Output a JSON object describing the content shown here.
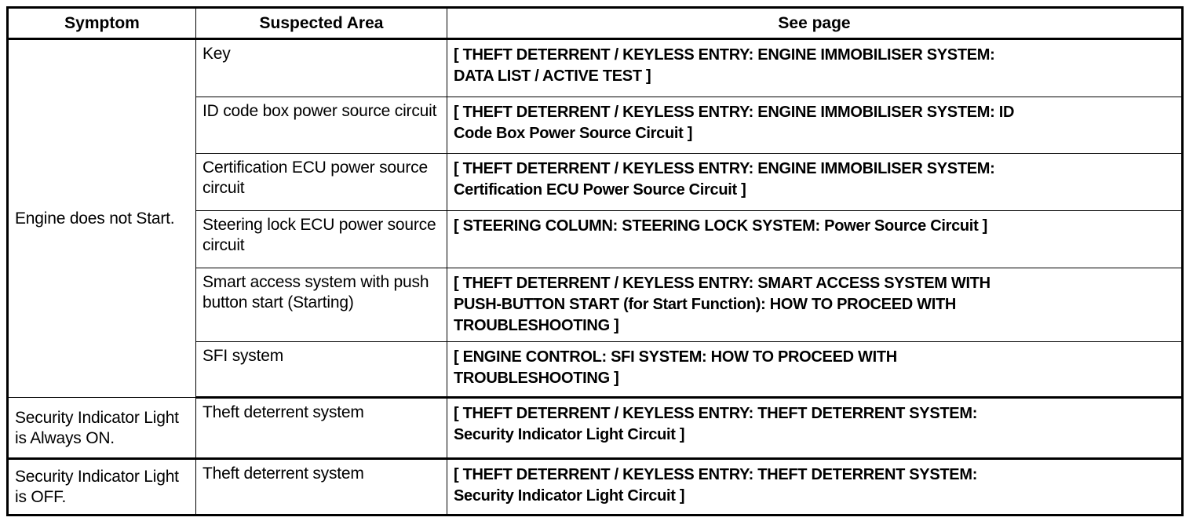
{
  "table": {
    "headers": {
      "symptom": "Symptom",
      "suspected_area": "Suspected Area",
      "see_page": "See page"
    },
    "groups": [
      {
        "symptom": "Engine does not Start.",
        "rows": [
          {
            "suspected_area": "Key",
            "see_page": "[ THEFT DETERRENT / KEYLESS ENTRY: ENGINE IMMOBILISER SYSTEM:\nDATA LIST / ACTIVE TEST ]"
          },
          {
            "suspected_area": "ID code box power source circuit",
            "see_page": "[ THEFT DETERRENT / KEYLESS ENTRY: ENGINE IMMOBILISER SYSTEM: ID\nCode Box Power Source Circuit ]"
          },
          {
            "suspected_area": "Certification ECU power source circuit",
            "see_page": "[ THEFT DETERRENT / KEYLESS ENTRY: ENGINE IMMOBILISER SYSTEM:\nCertification ECU Power Source Circuit ]"
          },
          {
            "suspected_area": "Steering lock ECU power source circuit",
            "see_page": "[ STEERING COLUMN: STEERING LOCK SYSTEM: Power Source Circuit ]"
          },
          {
            "suspected_area": "Smart access system with push button start (Starting)",
            "see_page": "[ THEFT DETERRENT / KEYLESS ENTRY: SMART ACCESS SYSTEM WITH\nPUSH-BUTTON START (for Start Function): HOW TO PROCEED WITH\nTROUBLESHOOTING ]"
          },
          {
            "suspected_area": "SFI system",
            "see_page": "[ ENGINE CONTROL: SFI SYSTEM: HOW TO PROCEED WITH\nTROUBLESHOOTING ]"
          }
        ]
      },
      {
        "symptom": "Security Indicator Light is Always ON.",
        "rows": [
          {
            "suspected_area": "Theft deterrent system",
            "see_page": "[ THEFT DETERRENT / KEYLESS ENTRY: THEFT DETERRENT SYSTEM:\nSecurity Indicator Light Circuit ]"
          }
        ]
      },
      {
        "symptom": "Security Indicator Light is OFF.",
        "rows": [
          {
            "suspected_area": "Theft deterrent system",
            "see_page": "[ THEFT DETERRENT / KEYLESS ENTRY: THEFT DETERRENT SYSTEM:\nSecurity Indicator Light Circuit ]"
          }
        ]
      }
    ]
  },
  "colors": {
    "border": "#000000",
    "text": "#000000",
    "background": "#ffffff"
  }
}
